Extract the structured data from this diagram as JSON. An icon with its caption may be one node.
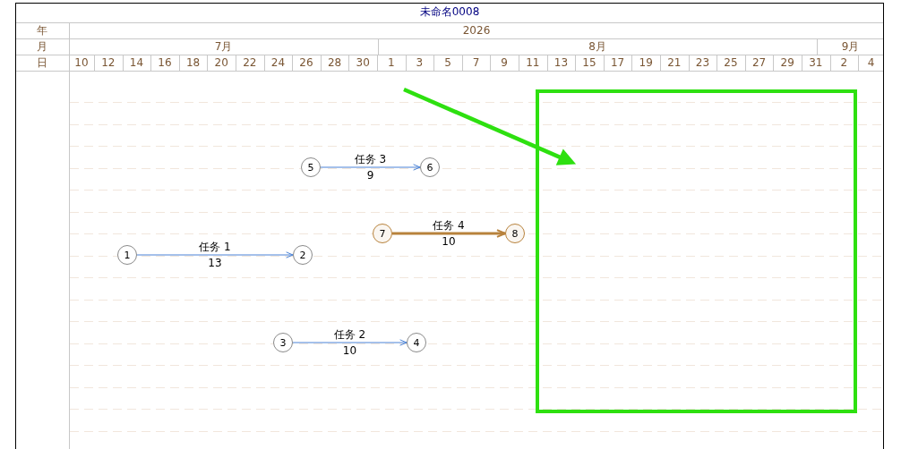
{
  "diagram": {
    "title": "未命名0008",
    "nodes": [
      {
        "text": [
          "5"
        ]
      },
      {
        "text": [
          "6"
        ]
      },
      {
        "text": [
          "7"
        ]
      },
      {
        "text": [
          "8"
        ]
      },
      {
        "text": [
          "1"
        ]
      },
      {
        "text": [
          "2"
        ]
      },
      {
        "text": [
          "3"
        ]
      },
      {
        "text": [
          "4"
        ]
      },
      {
        "text": [],
        "shape": "box"
      }
    ],
    "edges": [
      {
        "from": 0,
        "to": 1,
        "arrow": "to",
        "label": "任务 3"
      },
      {
        "from": 2,
        "to": 3,
        "arrow": "to",
        "label": "任务 4",
        "style": "thick",
        "color": "#b8823c"
      },
      {
        "from": 4,
        "to": 5,
        "arrow": "to",
        "label": "任务 1"
      },
      {
        "from": 6,
        "to": 7,
        "arrow": "to",
        "label": "任务 2"
      },
      {
        "from": null,
        "to": 8,
        "arrow": "to",
        "style": "thick",
        "color": "#2ee010"
      }
    ],
    "labels": [
      "年",
      "2026",
      "月",
      "7月",
      "8月",
      "9月",
      "日",
      "10",
      "12",
      "14",
      "16",
      "18",
      "20",
      "22",
      "24",
      "26",
      "28",
      "30",
      "1",
      "3",
      "5",
      "7",
      "9",
      "11",
      "13",
      "15",
      "17",
      "19",
      "21",
      "23",
      "25",
      "27",
      "29",
      "31",
      "2",
      "4",
      "9",
      "10",
      "13",
      "10"
    ]
  }
}
